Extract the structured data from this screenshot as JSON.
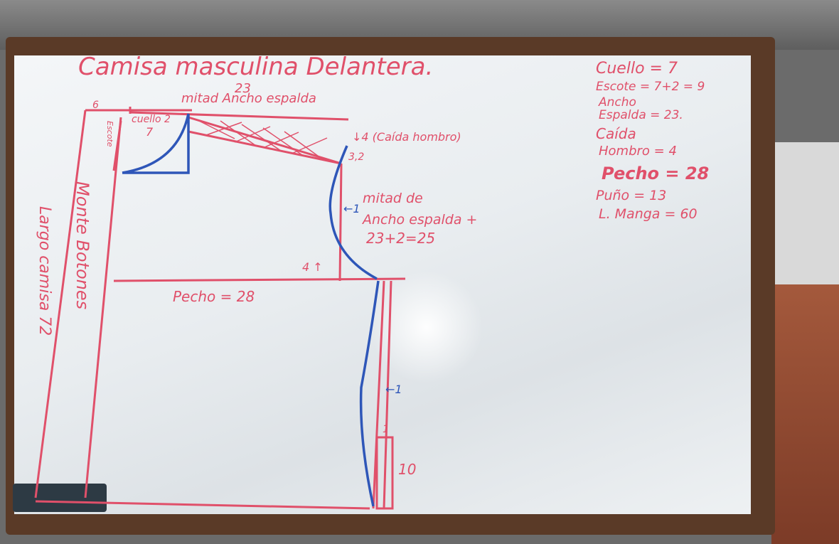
{
  "photo": {
    "subject": "whiteboard sewing pattern drawing",
    "colors": {
      "red_marker": "#e0506a",
      "blue_marker": "#2e56b8",
      "frame": "#5a3a27",
      "board": "#eef1f3"
    }
  },
  "board": {
    "title": "Camisa masculina Delantera.",
    "top_number": "23",
    "shoulder_label": "mitad Ancho espalda",
    "left_top_number": "6",
    "cuello_label": "cuello 2",
    "seven": "7",
    "side_vertical_small": "Escote",
    "caida_label": "↓4 (Caída hombro)",
    "point_3_2": "3,2",
    "mitad_label_1": "mitad de",
    "mitad_label_2": "Ancho espalda +",
    "mitad_calc": "23+2=25",
    "arrow_1_top": "←1",
    "arrow_4": "4 ↑",
    "pecho_label": "Pecho = 28",
    "arrow_1_lower": "←1",
    "small_1": "1",
    "ten": "10",
    "monte_botones": "Monte Botones",
    "largo_camisa": "Largo camisa 72"
  },
  "measurements": [
    "Cuello = 7",
    "Escote = 7+2 = 9",
    "Ancho",
    "Espalda = 23.",
    "Caída",
    "Hombro = 4",
    "Pecho = 28",
    "Puño = 13",
    "L. Manga = 60"
  ]
}
